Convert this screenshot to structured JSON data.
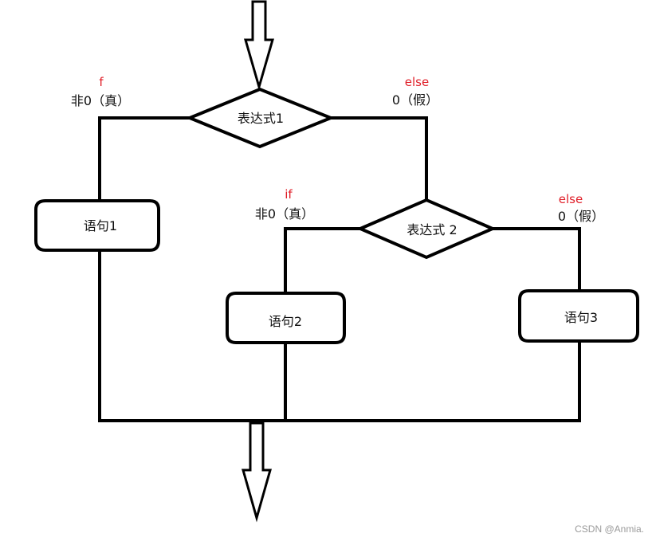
{
  "decision1": {
    "label": "表达式1"
  },
  "decision2": {
    "label": "表达式 2"
  },
  "statement1": {
    "label": "语句1"
  },
  "statement2": {
    "label": "语句2"
  },
  "statement3": {
    "label": "语句3"
  },
  "branch1_true": {
    "keyword": "f",
    "condition": "非0（真）"
  },
  "branch1_false": {
    "keyword": "else",
    "condition": "0（假）"
  },
  "branch2_true": {
    "keyword": "if",
    "condition": "非0（真）"
  },
  "branch2_false": {
    "keyword": "else",
    "condition": "0（假）"
  },
  "watermark": "CSDN @Anmia.",
  "colors": {
    "line": "#000000",
    "keyword": "#e0202a",
    "text": "#111111",
    "watermark": "#9a9a9a"
  }
}
